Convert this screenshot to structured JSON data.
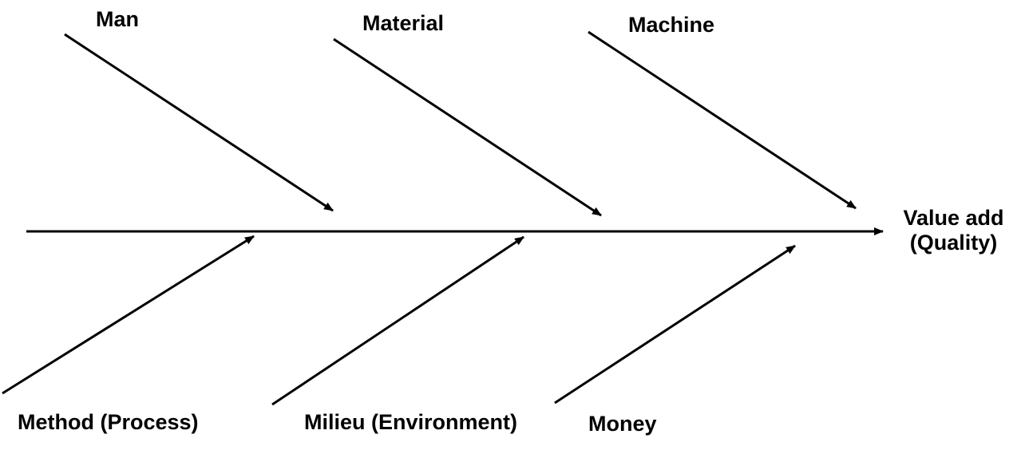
{
  "causes_top": [
    "Man",
    "Material",
    "Machine"
  ],
  "causes_bottom": [
    "Method (Process)",
    "Milieu (Environment)",
    "Money"
  ],
  "effect": {
    "line1": "Value add",
    "line2": "(Quality)"
  },
  "colors": {
    "stroke": "#000000",
    "background": "#ffffff"
  }
}
